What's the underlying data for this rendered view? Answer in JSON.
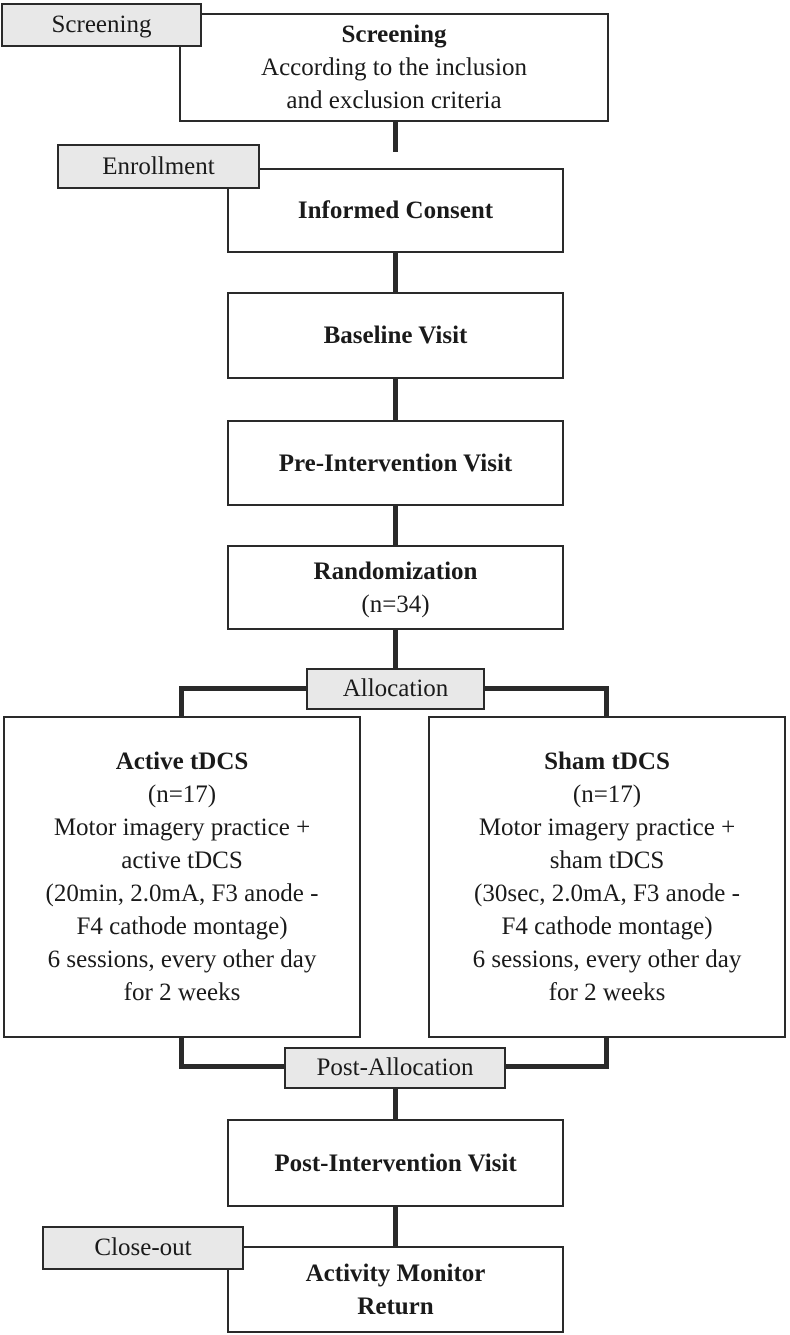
{
  "stage_labels": {
    "screening": "Screening",
    "enrollment": "Enrollment",
    "allocation": "Allocation",
    "post_allocation": "Post-Allocation",
    "close_out": "Close-out"
  },
  "boxes": {
    "screening": {
      "title": "Screening",
      "line1": "According to the inclusion",
      "line2": "and exclusion criteria"
    },
    "consent": {
      "title": "Informed Consent"
    },
    "baseline": {
      "title": "Baseline Visit"
    },
    "pre_intervention": {
      "title": "Pre-Intervention Visit"
    },
    "randomization": {
      "title": "Randomization",
      "n": "(n=34)"
    },
    "active": {
      "title": "Active tDCS",
      "n": "(n=17)",
      "lines": [
        "Motor imagery practice +",
        "active tDCS",
        "(20min, 2.0mA, F3 anode -",
        "F4 cathode montage)",
        "6 sessions, every other day",
        "for 2 weeks"
      ]
    },
    "sham": {
      "title": "Sham tDCS",
      "n": "(n=17)",
      "lines": [
        "Motor imagery practice +",
        "sham tDCS",
        "(30sec, 2.0mA, F3 anode -",
        "F4 cathode montage)",
        "6 sessions, every other day",
        "for 2 weeks"
      ]
    },
    "post_intervention": {
      "title": "Post-Intervention Visit"
    },
    "activity_monitor": {
      "line1": "Activity Monitor",
      "line2": "Return"
    }
  }
}
